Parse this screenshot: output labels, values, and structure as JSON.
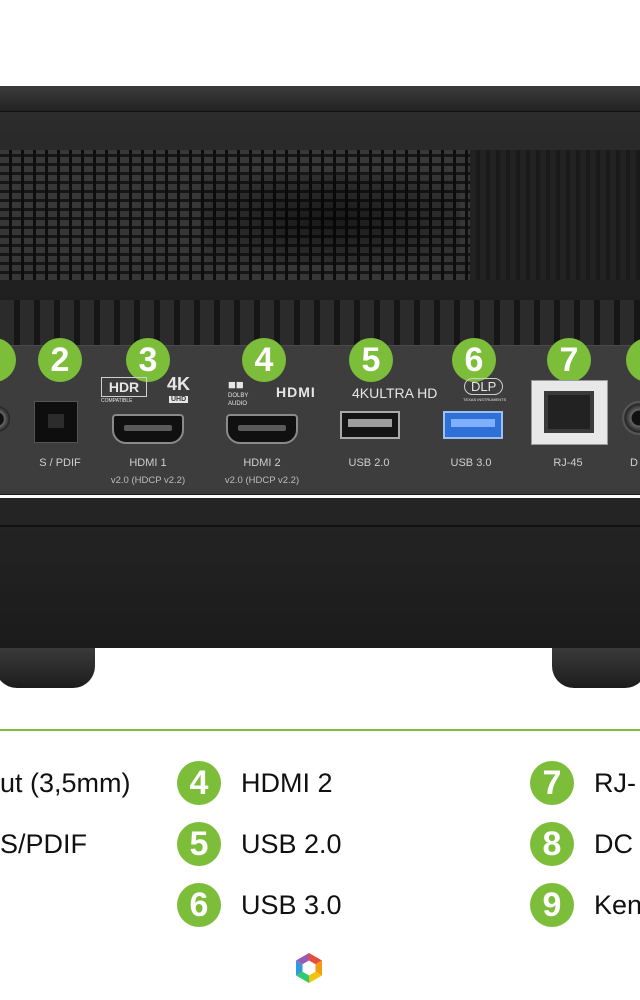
{
  "ports": [
    {
      "number": "2",
      "label": "S / PDIF",
      "sub": ""
    },
    {
      "number": "3",
      "label": "HDMI 1",
      "sub": "v2.0 (HDCP v2.2)"
    },
    {
      "number": "4",
      "label": "HDMI 2",
      "sub": "v2.0 (HDCP v2.2)"
    },
    {
      "number": "5",
      "label": "USB 2.0",
      "sub": ""
    },
    {
      "number": "6",
      "label": "USB 3.0",
      "sub": ""
    },
    {
      "number": "7",
      "label": "RJ-45",
      "sub": ""
    }
  ],
  "clipped_labels": {
    "left": "3",
    "right": "D"
  },
  "logos": {
    "hdr": "HDR",
    "hdr_sub": "COMPATIBLE",
    "k4": "4K",
    "uhd": "UHD",
    "dolby": "DOLBY",
    "dolby_sub": "AUDIO",
    "hdmi": "HDMI",
    "ultra_hd": "4KULTRA HD",
    "dlp": "DLP",
    "dlp_sub": "TEXAS INSTRUMENTS"
  },
  "legend": [
    {
      "number": "",
      "text": "ut (3,5mm)"
    },
    {
      "number": "",
      "text": "S/PDIF"
    },
    {
      "number": "4",
      "text": "HDMI 2"
    },
    {
      "number": "5",
      "text": "USB 2.0"
    },
    {
      "number": "6",
      "text": "USB 3.0"
    },
    {
      "number": "7",
      "text": "RJ-"
    },
    {
      "number": "8",
      "text": "DC"
    },
    {
      "number": "9",
      "text": "Ken"
    }
  ],
  "accent_color": "#7cbd3a",
  "icons": {
    "brand": "brand-cube-icon"
  }
}
